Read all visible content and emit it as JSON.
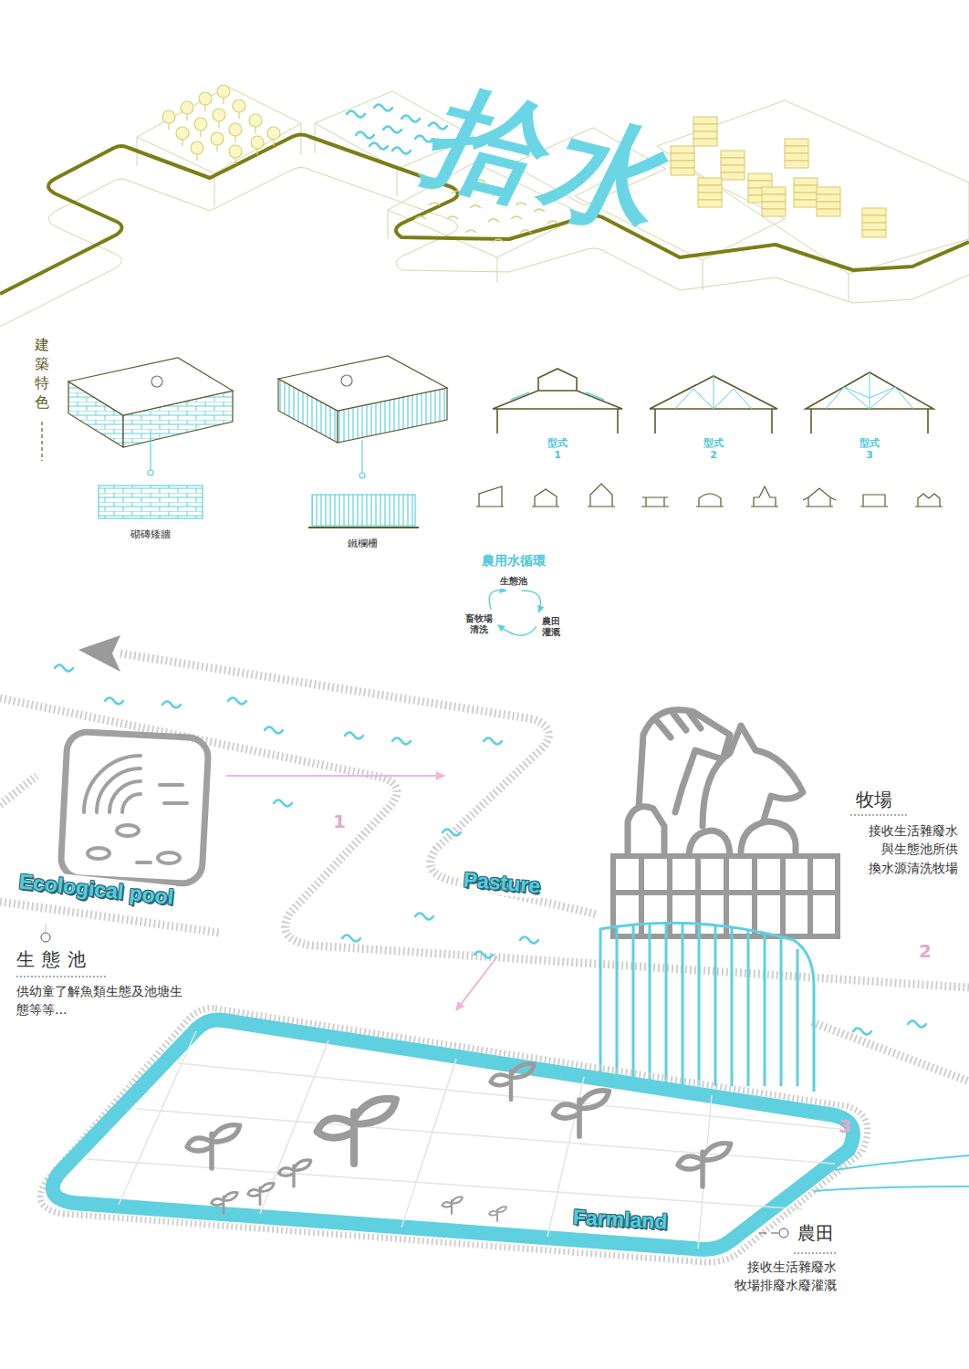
{
  "diagram": {
    "title": "拾水",
    "nodes": [
      {
        "text": [
          "生態池"
        ]
      },
      {
        "text": [
          "畜牧場 清洗"
        ]
      },
      {
        "text": [
          "農田 灌溉"
        ]
      },
      {
        "text": [
          "Pasture",
          "牧場",
          "接收生活雜廢水 與生態池所供 換水源清洗牧場"
        ]
      },
      {
        "text": [
          "Ecological pool",
          "生態池",
          "供幼童了解魚類生態及池塘生 態等等..."
        ]
      },
      {
        "text": [
          "Farmland",
          "農田",
          "接收生活雜廢水 牧場排廢水廢灌溉"
        ]
      }
    ],
    "edges": [
      {
        "from": 0,
        "to": 2,
        "arrow": "to"
      },
      {
        "from": 2,
        "to": 1,
        "arrow": "to"
      },
      {
        "from": 1,
        "to": 0,
        "arrow": "to"
      },
      {
        "from": 4,
        "to": 3,
        "arrow": "to"
      },
      {
        "from": 3,
        "to": 5,
        "arrow": "to"
      }
    ],
    "labels": [
      "建築特色",
      "砌磚矮牆",
      "鐵欄柵",
      "型式 1",
      "型式 2",
      "型式 3",
      "農用水循環",
      "1",
      "2",
      "3"
    ]
  }
}
